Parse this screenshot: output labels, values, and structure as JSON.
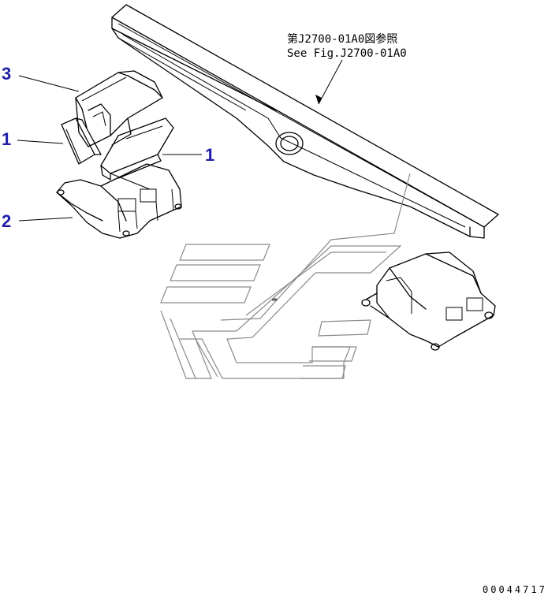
{
  "callouts": {
    "c3": "3",
    "c1_left": "1",
    "c1_right": "1",
    "c2": "2"
  },
  "reference": {
    "line1": "第J2700-01A0図参照",
    "line2": "See Fig.J2700-01A0"
  },
  "drawing_code": "00044717"
}
